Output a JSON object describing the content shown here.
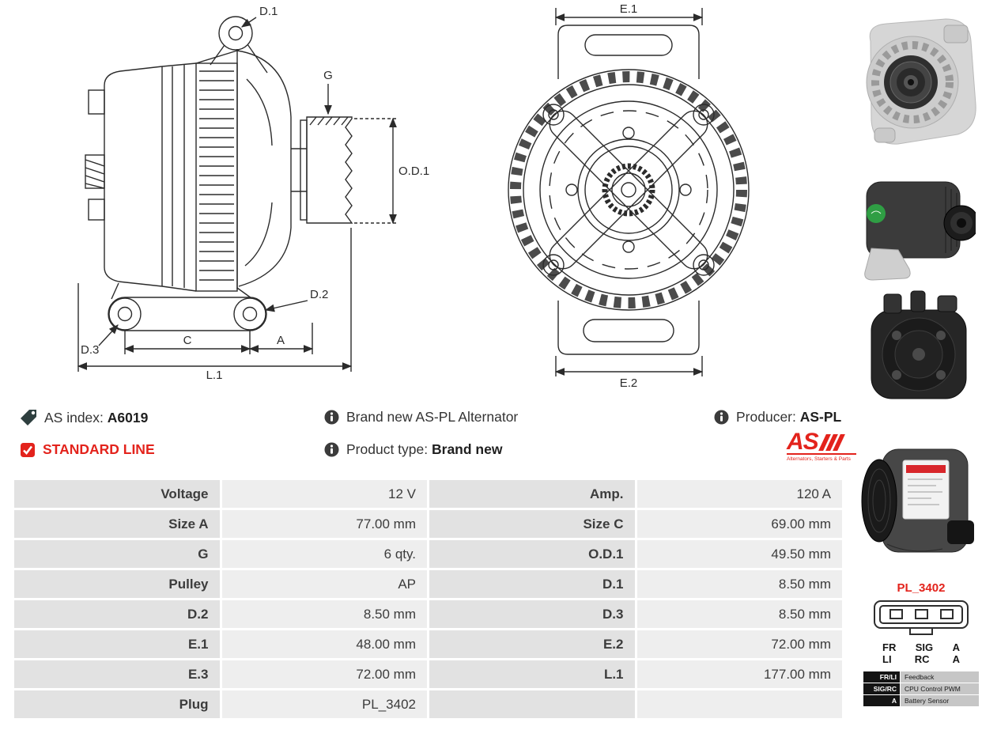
{
  "colors": {
    "accent_red": "#e3231c",
    "table_label_bg": "#e2e2e2",
    "table_value_bg": "#eeeeee",
    "line_color": "#2b2b2b"
  },
  "header": {
    "as_index": {
      "label": "AS index:",
      "value": "A6019"
    },
    "standard_line": "STANDARD LINE",
    "brand_new": "Brand new AS-PL Alternator",
    "product_type": {
      "label": "Product type:",
      "value": "Brand new"
    },
    "producer": {
      "label": "Producer:",
      "value": "AS-PL"
    }
  },
  "logo": {
    "text": "AS",
    "tagline": "Alternators, Starters & Parts"
  },
  "drawing": {
    "side_view_labels": {
      "d1": "D.1",
      "g": "G",
      "od1": "O.D.1",
      "d2": "D.2",
      "d3": "D.3",
      "c": "C",
      "a": "A",
      "l1": "L.1"
    },
    "front_view_labels": {
      "e1": "E.1",
      "e2": "E.2"
    }
  },
  "plug": {
    "name": "PL_3402",
    "pins_row1": [
      "FR",
      "SIG",
      "A"
    ],
    "pins_row2": [
      "LI",
      "RC",
      "A"
    ],
    "legend": [
      {
        "pin": "FR/LI",
        "desc": "Feedback"
      },
      {
        "pin": "SIG/RC",
        "desc": "CPU Control PWM"
      },
      {
        "pin": "A",
        "desc": "Battery Sensor"
      }
    ]
  },
  "spec_table": {
    "rows": [
      {
        "l1": "Voltage",
        "v1": "12 V",
        "l2": "Amp.",
        "v2": "120 A"
      },
      {
        "l1": "Size A",
        "v1": "77.00 mm",
        "l2": "Size C",
        "v2": "69.00 mm"
      },
      {
        "l1": "G",
        "v1": "6 qty.",
        "l2": "O.D.1",
        "v2": "49.50 mm"
      },
      {
        "l1": "Pulley",
        "v1": "AP",
        "l2": "D.1",
        "v2": "8.50 mm"
      },
      {
        "l1": "D.2",
        "v1": "8.50 mm",
        "l2": "D.3",
        "v2": "8.50 mm"
      },
      {
        "l1": "E.1",
        "v1": "48.00 mm",
        "l2": "E.2",
        "v2": "72.00 mm"
      },
      {
        "l1": "E.3",
        "v1": "72.00 mm",
        "l2": "L.1",
        "v2": "177.00 mm"
      },
      {
        "l1": "Plug",
        "v1": "PL_3402",
        "l2": "",
        "v2": ""
      }
    ]
  }
}
